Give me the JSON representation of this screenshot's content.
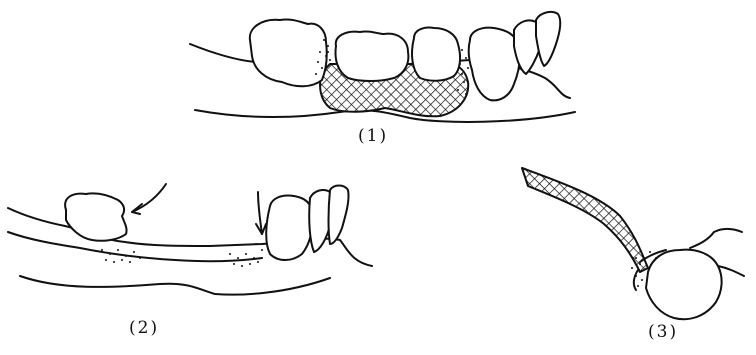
{
  "figure": {
    "panels": [
      {
        "id": "panel-1",
        "label": "(1)"
      },
      {
        "id": "panel-2",
        "label": "(2)"
      },
      {
        "id": "panel-3",
        "label": "(3)"
      }
    ]
  },
  "colors": {
    "ink": "#111111",
    "background": "#ffffff"
  }
}
